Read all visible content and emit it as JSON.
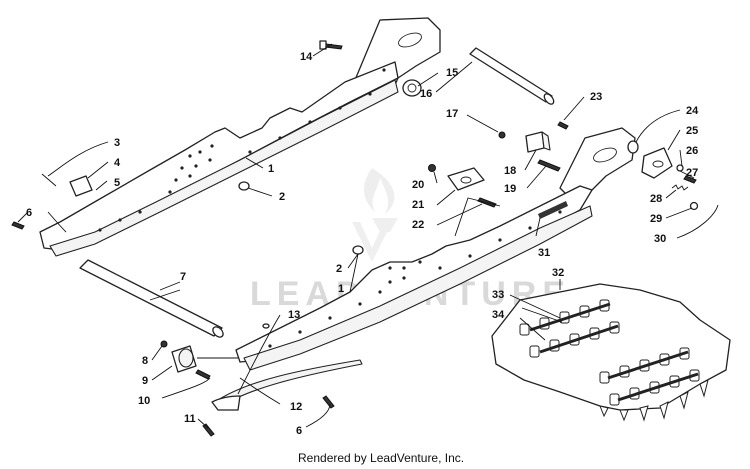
{
  "watermark": {
    "text": "LEADVENTURE"
  },
  "footer": {
    "text": "Rendered by LeadVenture, Inc."
  },
  "callouts": [
    {
      "id": "c1a",
      "text": "1"
    },
    {
      "id": "c1b",
      "text": "1"
    },
    {
      "id": "c2a",
      "text": "2"
    },
    {
      "id": "c2b",
      "text": "2"
    },
    {
      "id": "c3",
      "text": "3"
    },
    {
      "id": "c4",
      "text": "4"
    },
    {
      "id": "c5",
      "text": "5"
    },
    {
      "id": "c6a",
      "text": "6"
    },
    {
      "id": "c6b",
      "text": "6"
    },
    {
      "id": "c7",
      "text": "7"
    },
    {
      "id": "c8",
      "text": "8"
    },
    {
      "id": "c9",
      "text": "9"
    },
    {
      "id": "c10",
      "text": "10"
    },
    {
      "id": "c11",
      "text": "11"
    },
    {
      "id": "c12",
      "text": "12"
    },
    {
      "id": "c13",
      "text": "13"
    },
    {
      "id": "c14",
      "text": "14"
    },
    {
      "id": "c15",
      "text": "15"
    },
    {
      "id": "c16",
      "text": "16"
    },
    {
      "id": "c17",
      "text": "17"
    },
    {
      "id": "c18",
      "text": "18"
    },
    {
      "id": "c19",
      "text": "19"
    },
    {
      "id": "c20",
      "text": "20"
    },
    {
      "id": "c21",
      "text": "21"
    },
    {
      "id": "c22",
      "text": "22"
    },
    {
      "id": "c23",
      "text": "23"
    },
    {
      "id": "c24",
      "text": "24"
    },
    {
      "id": "c25",
      "text": "25"
    },
    {
      "id": "c26",
      "text": "26"
    },
    {
      "id": "c27",
      "text": "27"
    },
    {
      "id": "c28",
      "text": "28"
    },
    {
      "id": "c29",
      "text": "29"
    },
    {
      "id": "c30",
      "text": "30"
    },
    {
      "id": "c31",
      "text": "31"
    },
    {
      "id": "c32",
      "text": "32"
    },
    {
      "id": "c33",
      "text": "33"
    },
    {
      "id": "c34",
      "text": "34"
    }
  ]
}
